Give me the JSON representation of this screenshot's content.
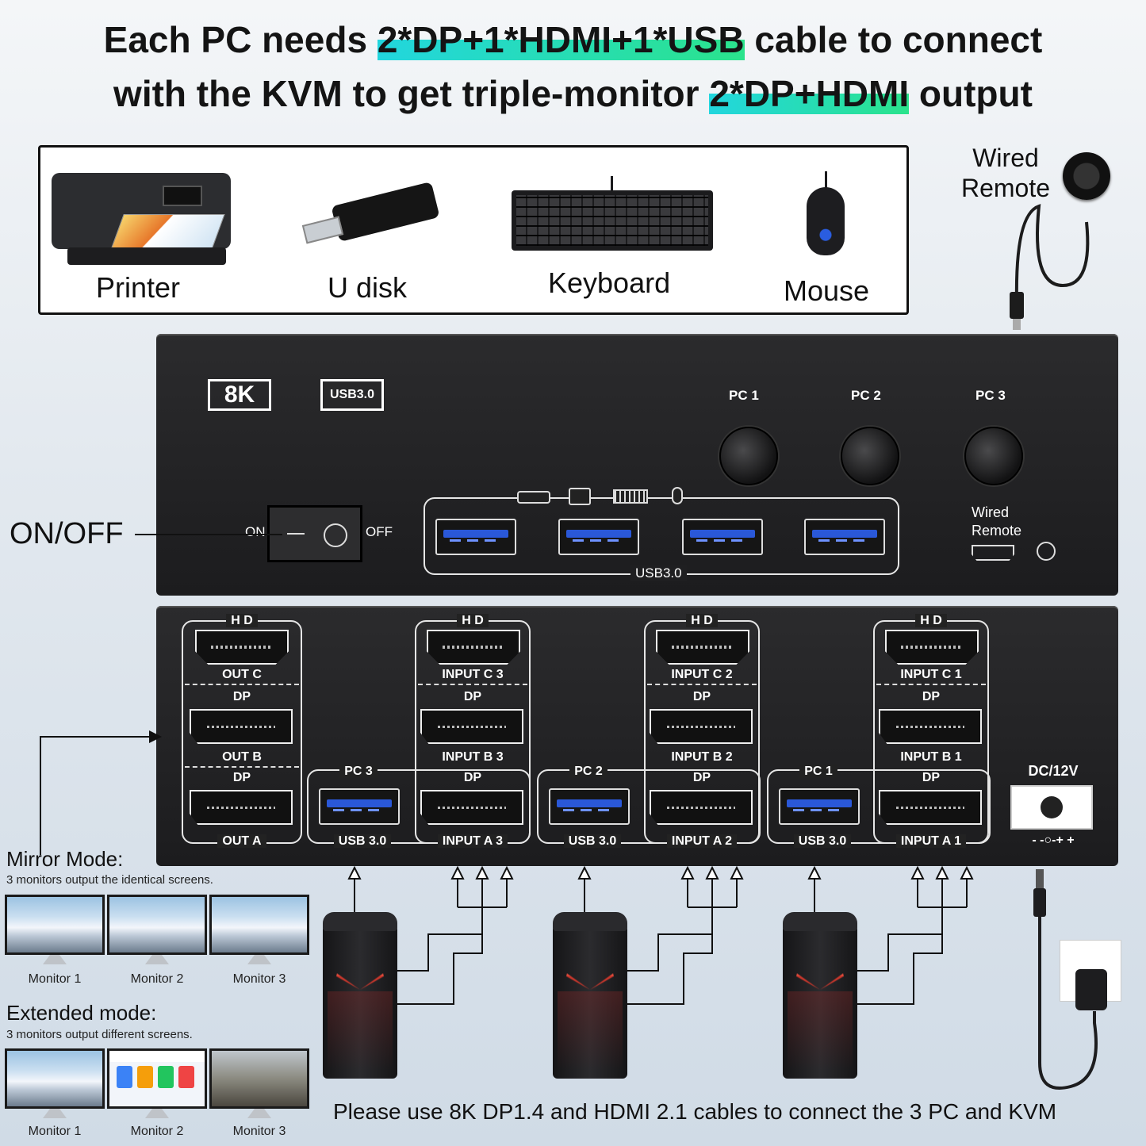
{
  "headline": {
    "line1_pre": "Each PC needs ",
    "line1_hl": "2*DP+1*HDMI+1*USB",
    "line1_post": " cable to connect",
    "line2_pre": "with the KVM to get triple-monitor ",
    "line2_hl": "2*DP+HDMI",
    "line2_post": " output"
  },
  "peripherals": [
    "Printer",
    "U disk",
    "Keyboard",
    "Mouse"
  ],
  "remote_title_line1": "Wired",
  "remote_title_line2": "Remote",
  "front_panel": {
    "badge_8k": "8K",
    "badge_usb": "USB3.0",
    "pc_buttons": [
      "PC 1",
      "PC 2",
      "PC 3"
    ],
    "switch_on": "ON",
    "switch_off": "OFF",
    "usb_label": "USB3.0",
    "remote_port_line1": "Wired",
    "remote_port_line2": "Remote"
  },
  "onoff_label": "ON/OFF",
  "back_panel": {
    "hd": "H D",
    "dp": "DP",
    "out_c": "OUT C",
    "out_b": "OUT B",
    "out_a": "OUT A",
    "groups": [
      {
        "pc": "PC 3",
        "usb": "USB 3.0",
        "c": "INPUT C 3",
        "b": "INPUT B 3",
        "a": "INPUT A 3"
      },
      {
        "pc": "PC 2",
        "usb": "USB 3.0",
        "c": "INPUT C 2",
        "b": "INPUT B 2",
        "a": "INPUT A 2"
      },
      {
        "pc": "PC 1",
        "usb": "USB 3.0",
        "c": "INPUT C 1",
        "b": "INPUT B 1",
        "a": "INPUT A 1"
      }
    ],
    "dc": "DC/12V",
    "dc_polarity": "- -○-+ +"
  },
  "mirror_mode": {
    "title": "Mirror Mode:",
    "subtitle": "3 monitors output the identical screens.",
    "monitors": [
      "Monitor 1",
      "Monitor 2",
      "Monitor 3"
    ]
  },
  "extended_mode": {
    "title": "Extended mode:",
    "subtitle": "3 monitors output different screens.",
    "monitors": [
      "Monitor 1",
      "Monitor 2",
      "Monitor 3"
    ]
  },
  "footer_note": "Please use 8K DP1.4 and HDMI 2.1 cables to connect the 3 PC and KVM"
}
